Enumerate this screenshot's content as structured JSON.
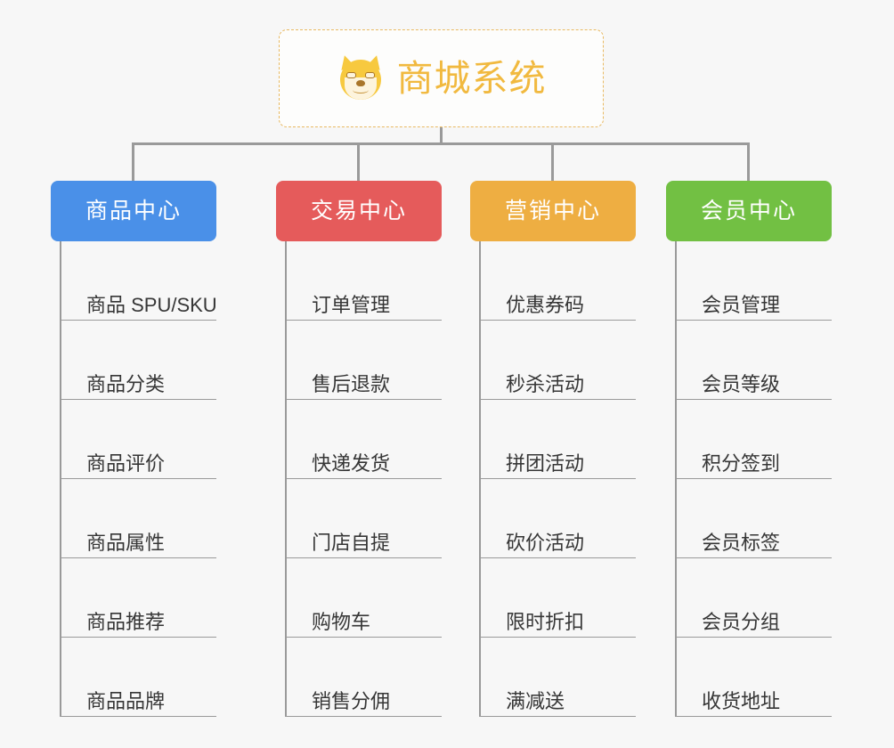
{
  "meta": {
    "background_color": "#f7f7f7",
    "connector_color": "#9a9a9a"
  },
  "root": {
    "title": "商城系统",
    "icon": "shiba-inu-emoji",
    "border_color": "#e8b962",
    "text_color": "#f1b93f"
  },
  "columns": [
    {
      "id": "product-center",
      "title": "商品中心",
      "color": "#4a90e8",
      "leaves": [
        "商品 SPU/SKU",
        "商品分类",
        "商品评价",
        "商品属性",
        "商品推荐",
        "商品品牌"
      ]
    },
    {
      "id": "trade-center",
      "title": "交易中心",
      "color": "#e55b5b",
      "leaves": [
        "订单管理",
        "售后退款",
        "快递发货",
        "门店自提",
        "购物车",
        "销售分佣"
      ]
    },
    {
      "id": "marketing-center",
      "title": "营销中心",
      "color": "#eeae42",
      "leaves": [
        "优惠券码",
        "秒杀活动",
        "拼团活动",
        "砍价活动",
        "限时折扣",
        "满减送"
      ]
    },
    {
      "id": "member-center",
      "title": "会员中心",
      "color": "#72c043",
      "leaves": [
        "会员管理",
        "会员等级",
        "积分签到",
        "会员标签",
        "会员分组",
        "收货地址"
      ]
    }
  ]
}
